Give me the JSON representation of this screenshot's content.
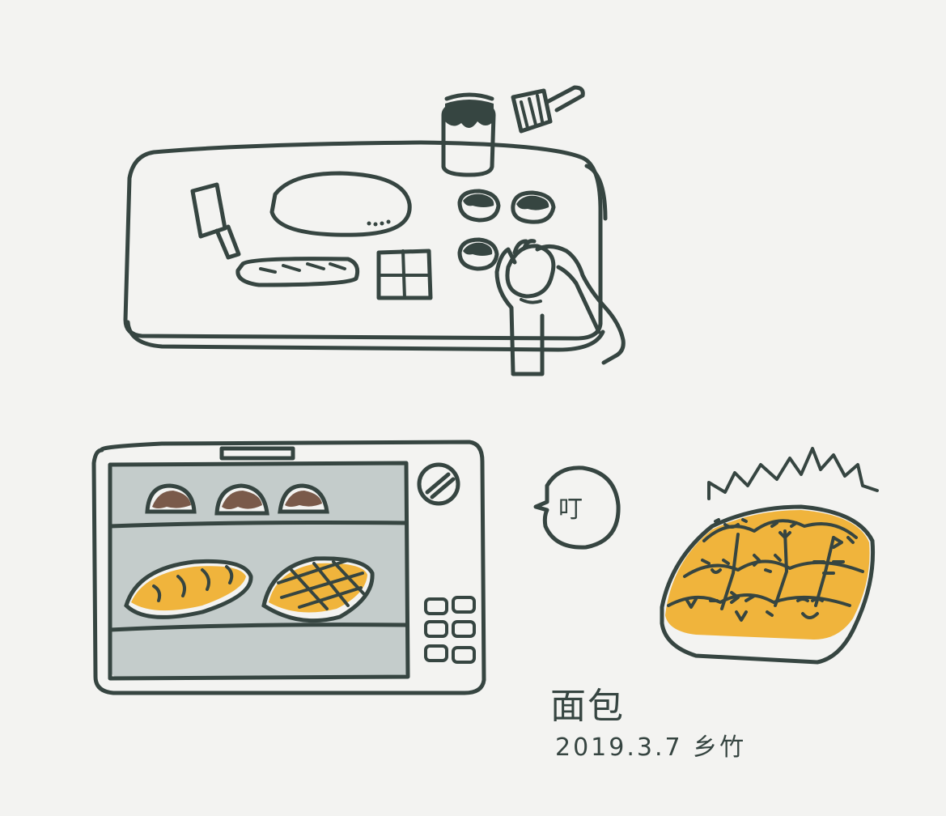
{
  "caption": {
    "title": "面包",
    "date": "2019.3.7 乡竹"
  },
  "speech_bubble": {
    "text": "叮"
  },
  "colors": {
    "ink": "#364541",
    "paper": "#f3f3f1",
    "bread_yellow": "#f0b43c",
    "oven_glass": "#c4cccb",
    "bread_brown": "#7a5a4a"
  }
}
